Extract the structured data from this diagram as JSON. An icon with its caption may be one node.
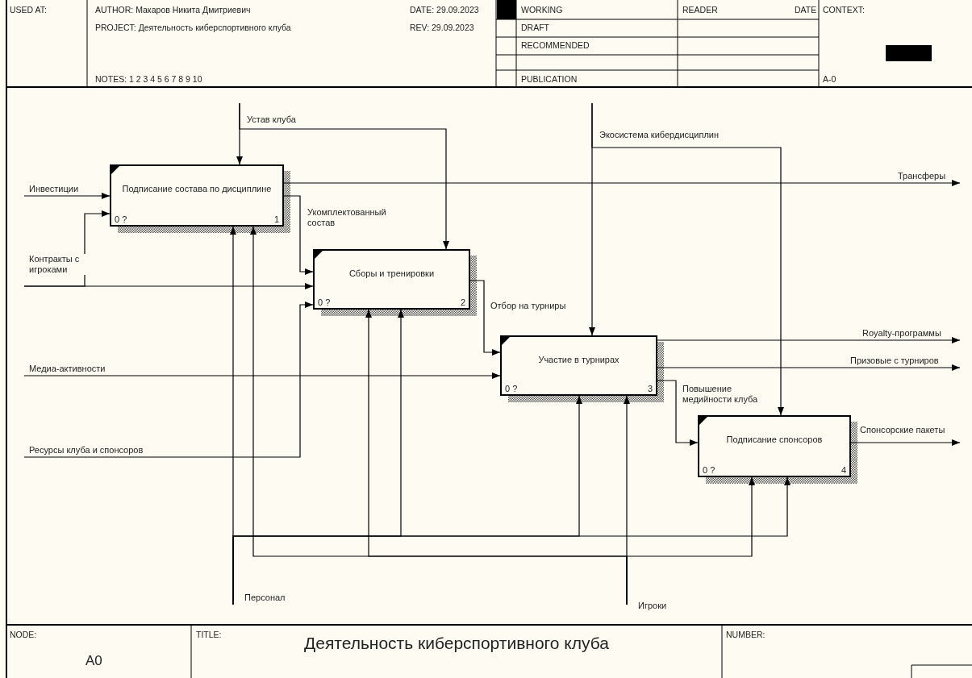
{
  "diagram": {
    "title": "Деятельность киберспортивного клуба",
    "nodes": [
      {
        "text": [
          "Подписание состава по дисциплине",
          "0 ?",
          "1"
        ]
      },
      {
        "text": [
          "Сборы и тренировки",
          "0 ?",
          "2"
        ]
      },
      {
        "text": [
          "Участие в турнирах",
          "0 ?",
          "3"
        ]
      },
      {
        "text": [
          "Подписание спонсоров",
          "0 ?",
          "4"
        ]
      }
    ],
    "edges": [
      {
        "from": null,
        "to": 0,
        "arrow": "to",
        "label": "Устав клуба"
      },
      {
        "from": null,
        "to": 1,
        "arrow": "to"
      },
      {
        "from": null,
        "to": 0,
        "arrow": "to",
        "label": "Инвестиции"
      },
      {
        "from": null,
        "to": 0,
        "arrow": "to",
        "label": "Контракты с игроками"
      },
      {
        "from": null,
        "to": 1,
        "arrow": "to"
      },
      {
        "from": 0,
        "to": null,
        "arrow": "to",
        "label": "Трансферы"
      },
      {
        "from": 0,
        "to": 1,
        "arrow": "to",
        "label": "Укомплектованный состав"
      },
      {
        "from": null,
        "to": 1,
        "arrow": "to",
        "label": "Ресурсы клуба и спонсоров"
      },
      {
        "from": 1,
        "to": 2,
        "arrow": "to",
        "label": "Отбор на турниры"
      },
      {
        "from": null,
        "to": 2,
        "arrow": "to",
        "label": "Медиа-активности"
      },
      {
        "from": null,
        "to": 2,
        "arrow": "to",
        "label": "Экосистема кибердисциплин"
      },
      {
        "from": null,
        "to": 3,
        "arrow": "to"
      },
      {
        "from": 2,
        "to": null,
        "arrow": "to",
        "label": "Royalty-программы"
      },
      {
        "from": 2,
        "to": null,
        "arrow": "to",
        "label": "Призовые с турниров"
      },
      {
        "from": 2,
        "to": 3,
        "arrow": "to",
        "label": "Повышение медийности клуба"
      },
      {
        "from": 3,
        "to": null,
        "arrow": "to",
        "label": "Спонсорские пакеты"
      },
      {
        "from": null,
        "to": 0,
        "arrow": "to",
        "label": "Персонал"
      },
      {
        "from": null,
        "to": 1,
        "arrow": "to"
      },
      {
        "from": null,
        "to": 2,
        "arrow": "to"
      },
      {
        "from": null,
        "to": 3,
        "arrow": "to"
      },
      {
        "from": null,
        "to": 2,
        "arrow": "to",
        "label": "Игроки"
      },
      {
        "from": null,
        "to": 0,
        "arrow": "to"
      },
      {
        "from": null,
        "to": 1,
        "arrow": "to"
      },
      {
        "from": null,
        "to": 3,
        "arrow": "to"
      }
    ],
    "labels": [
      "USED AT:",
      "AUTHOR: Макаров Никита Дмитриевич",
      "DATE: 29.09.2023",
      "WORKING",
      "READER",
      "DATE",
      "CONTEXT:",
      "PROJECT: Деятельность киберспортивного клуба",
      "REV: 29.09.2023",
      "DRAFT",
      "RECOMMENDED",
      "NOTES: 1 2 3 4 5 6 7 8 9 10",
      "PUBLICATION",
      "A-0",
      "NODE:",
      "TITLE:",
      "NUMBER:",
      "A0"
    ]
  }
}
